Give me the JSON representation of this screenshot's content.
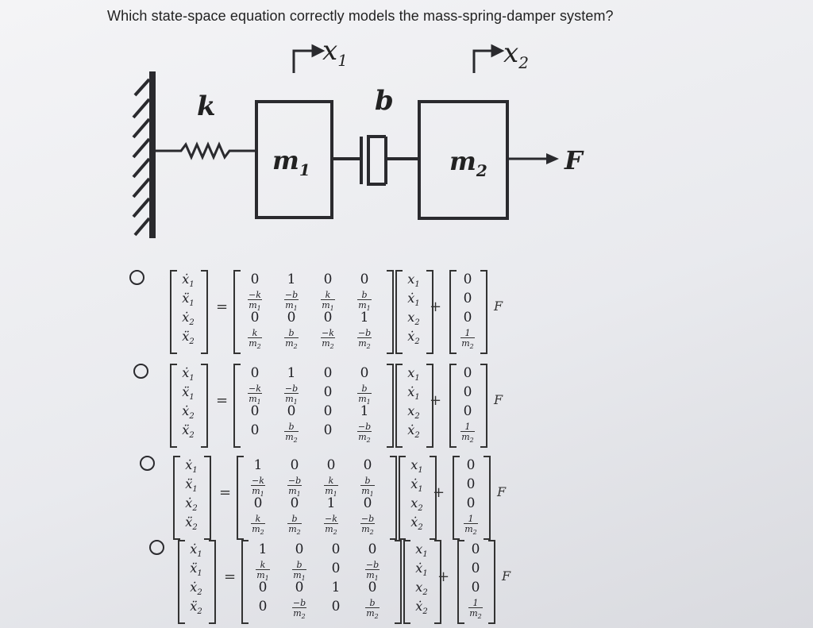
{
  "question": "Which state-space equation correctly models the mass-spring-damper system?",
  "diagram": {
    "spring_label": "k",
    "damper_label": "b",
    "mass1_label": "m",
    "mass1_sub": "1",
    "mass2_label": "m",
    "mass2_sub": "2",
    "x1_label": "x",
    "x1_sub": "1",
    "x2_label": "x",
    "x2_sub": "2",
    "force_label": "F"
  },
  "equation_common": {
    "lhs": [
      "ẋ1",
      "ẍ1",
      "ẋ2",
      "ẍ2"
    ],
    "state": [
      "x1",
      "ẋ1",
      "x2",
      "ẋ2"
    ],
    "equals": "=",
    "plus": "+",
    "force": "F"
  },
  "options": [
    {
      "A": [
        [
          {
            "t": "0"
          },
          {
            "t": "1"
          },
          {
            "t": "0"
          },
          {
            "t": "0"
          }
        ],
        [
          {
            "n": "−k",
            "d": "m1"
          },
          {
            "n": "−b",
            "d": "m1"
          },
          {
            "n": "k",
            "d": "m1"
          },
          {
            "n": "b",
            "d": "m1"
          }
        ],
        [
          {
            "t": "0"
          },
          {
            "t": "0"
          },
          {
            "t": "0"
          },
          {
            "t": "1"
          }
        ],
        [
          {
            "n": "k",
            "d": "m2"
          },
          {
            "n": "b",
            "d": "m2"
          },
          {
            "n": "−k",
            "d": "m2"
          },
          {
            "n": "−b",
            "d": "m2"
          }
        ]
      ],
      "B": [
        {
          "t": "0"
        },
        {
          "t": "0"
        },
        {
          "t": "0"
        },
        {
          "n": "1",
          "d": "m2"
        }
      ]
    },
    {
      "A": [
        [
          {
            "t": "0"
          },
          {
            "t": "1"
          },
          {
            "t": "0"
          },
          {
            "t": "0"
          }
        ],
        [
          {
            "n": "−k",
            "d": "m1"
          },
          {
            "n": "−b",
            "d": "m1"
          },
          {
            "t": "0"
          },
          {
            "n": "b",
            "d": "m1"
          }
        ],
        [
          {
            "t": "0"
          },
          {
            "t": "0"
          },
          {
            "t": "0"
          },
          {
            "t": "1"
          }
        ],
        [
          {
            "t": "0"
          },
          {
            "n": "b",
            "d": "m2"
          },
          {
            "t": "0"
          },
          {
            "n": "−b",
            "d": "m2"
          }
        ]
      ],
      "B": [
        {
          "t": "0"
        },
        {
          "t": "0"
        },
        {
          "t": "0"
        },
        {
          "n": "1",
          "d": "m2"
        }
      ]
    },
    {
      "A": [
        [
          {
            "t": "1"
          },
          {
            "t": "0"
          },
          {
            "t": "0"
          },
          {
            "t": "0"
          }
        ],
        [
          {
            "n": "−k",
            "d": "m1"
          },
          {
            "n": "−b",
            "d": "m1"
          },
          {
            "n": "k",
            "d": "m1"
          },
          {
            "n": "b",
            "d": "m1"
          }
        ],
        [
          {
            "t": "0"
          },
          {
            "t": "0"
          },
          {
            "t": "1"
          },
          {
            "t": "0"
          }
        ],
        [
          {
            "n": "k",
            "d": "m2"
          },
          {
            "n": "b",
            "d": "m2"
          },
          {
            "n": "−k",
            "d": "m2"
          },
          {
            "n": "−b",
            "d": "m2"
          }
        ]
      ],
      "B": [
        {
          "t": "0"
        },
        {
          "t": "0"
        },
        {
          "t": "0"
        },
        {
          "n": "1",
          "d": "m2"
        }
      ]
    },
    {
      "A": [
        [
          {
            "t": "1"
          },
          {
            "t": "0"
          },
          {
            "t": "0"
          },
          {
            "t": "0"
          }
        ],
        [
          {
            "n": "k",
            "d": "m1"
          },
          {
            "n": "b",
            "d": "m1"
          },
          {
            "t": "0"
          },
          {
            "n": "−b",
            "d": "m1"
          }
        ],
        [
          {
            "t": "0"
          },
          {
            "t": "0"
          },
          {
            "t": "1"
          },
          {
            "t": "0"
          }
        ],
        [
          {
            "t": "0"
          },
          {
            "n": "−b",
            "d": "m2"
          },
          {
            "t": "0"
          },
          {
            "n": "b",
            "d": "m2"
          }
        ]
      ],
      "B": [
        {
          "t": "0"
        },
        {
          "t": "0"
        },
        {
          "t": "0"
        },
        {
          "n": "1",
          "d": "m2"
        }
      ]
    }
  ]
}
